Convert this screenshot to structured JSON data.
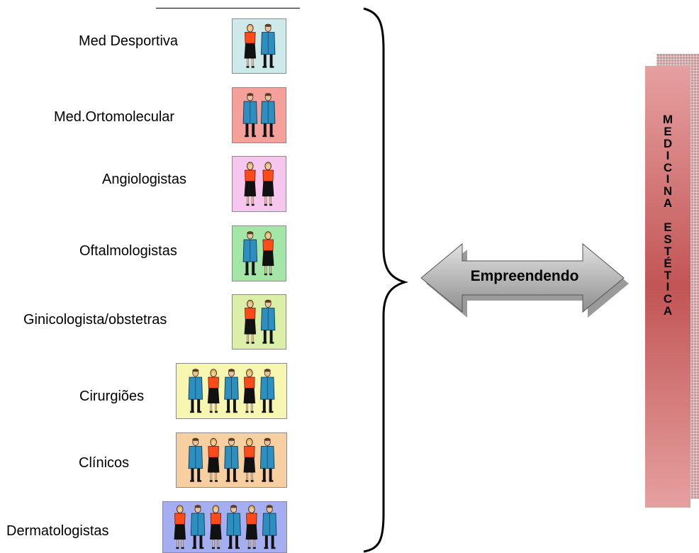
{
  "specialties": [
    {
      "label": "Med Desportiva",
      "box_color": "#cde9ea",
      "figures": [
        "female",
        "male"
      ]
    },
    {
      "label": "Med.Ortomolecular",
      "box_color": "#f5a09a",
      "figures": [
        "male",
        "male"
      ]
    },
    {
      "label": "Angiologistas",
      "box_color": "#f7c6ee",
      "figures": [
        "female",
        "female"
      ]
    },
    {
      "label": "Oftalmologistas",
      "box_color": "#a4e6a8",
      "figures": [
        "male",
        "female"
      ]
    },
    {
      "label": "Ginicologista/obstetras",
      "box_color": "#dbefa8",
      "figures": [
        "female",
        "male"
      ]
    },
    {
      "label": "Cirurgiões",
      "box_color": "#f7f7b1",
      "figures": [
        "male",
        "female",
        "male",
        "female",
        "male"
      ]
    },
    {
      "label": "Clínicos",
      "box_color": "#f7cfa1",
      "figures": [
        "male",
        "female",
        "male",
        "female",
        "male"
      ]
    },
    {
      "label": "Dermatologistas",
      "box_color": "#a5aef0",
      "figures": [
        "female",
        "male",
        "female",
        "male",
        "female",
        "male"
      ]
    }
  ],
  "arrow": {
    "label": "Empreendendo"
  },
  "panel": {
    "lines": [
      "M",
      "E",
      "D",
      "I",
      "C",
      "I",
      "N",
      "A",
      "",
      "E",
      "S",
      "T",
      "É",
      "T",
      "I",
      "C",
      "A"
    ]
  },
  "colors": {
    "coat_blue": "#2c8fbf",
    "blouse_orange": "#ff4a1a",
    "skirt_black": "#111111",
    "arrow_gray": "#b9b9b9",
    "panel_red": "#c25555"
  }
}
